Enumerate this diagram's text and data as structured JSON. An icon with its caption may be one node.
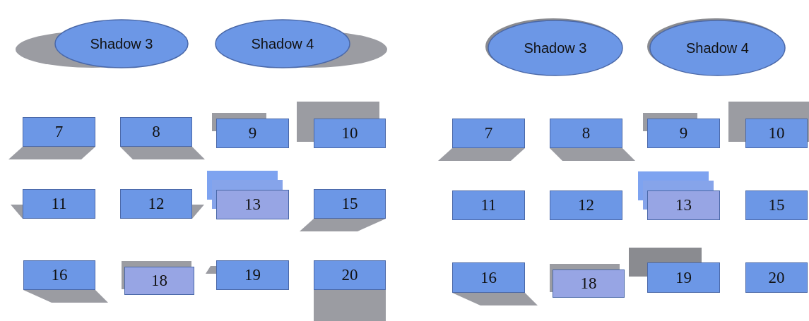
{
  "diagram": {
    "nodes": [
      {
        "text": [
          "Shadow 3"
        ]
      },
      {
        "text": [
          "Shadow 4"
        ]
      },
      {
        "text": [
          "Shadow 3"
        ]
      },
      {
        "text": [
          "Shadow 4"
        ]
      },
      {
        "text": [
          "7"
        ]
      },
      {
        "text": [
          "8"
        ]
      },
      {
        "text": [
          "9"
        ]
      },
      {
        "text": [
          "10"
        ]
      },
      {
        "text": [
          "7"
        ]
      },
      {
        "text": [
          "8"
        ]
      },
      {
        "text": [
          "9"
        ]
      },
      {
        "text": [
          "10"
        ]
      },
      {
        "text": [
          "11"
        ]
      },
      {
        "text": [
          "12"
        ]
      },
      {
        "text": [
          "13"
        ]
      },
      {
        "text": [
          "15"
        ]
      },
      {
        "text": [
          "11"
        ]
      },
      {
        "text": [
          "12"
        ]
      },
      {
        "text": [
          "13"
        ]
      },
      {
        "text": [
          "15"
        ]
      },
      {
        "text": [
          "16"
        ]
      },
      {
        "text": [
          "18"
        ]
      },
      {
        "text": [
          "19"
        ]
      },
      {
        "text": [
          "20"
        ]
      },
      {
        "text": [
          "16"
        ]
      },
      {
        "text": [
          "18"
        ]
      },
      {
        "text": [
          "19"
        ]
      },
      {
        "text": [
          "20"
        ]
      }
    ]
  }
}
